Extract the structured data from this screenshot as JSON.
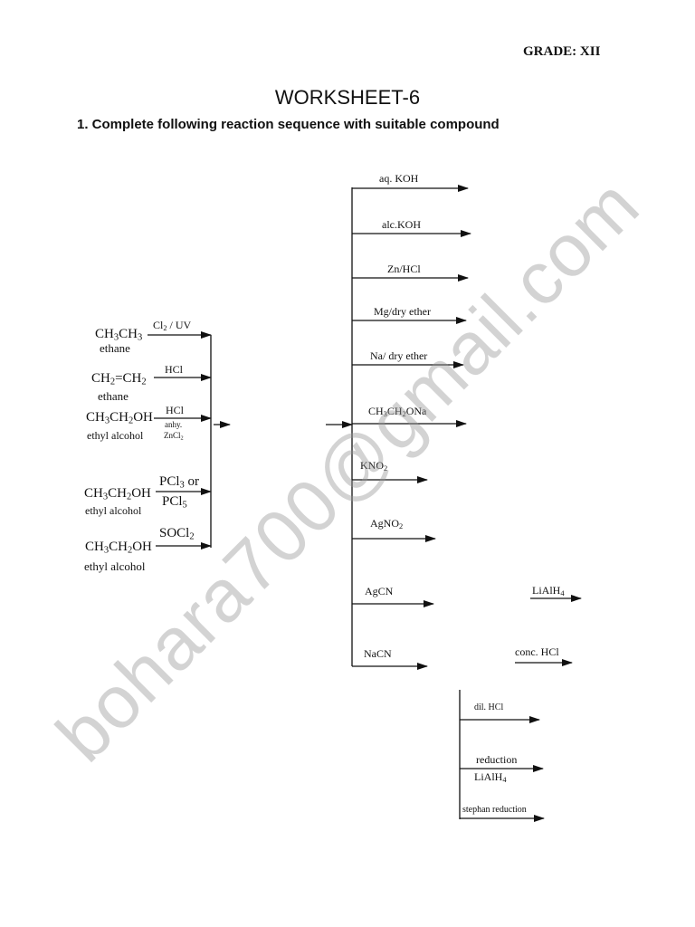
{
  "header": {
    "grade": "GRADE: XII",
    "title": "WORKSHEET-6",
    "question": "1.  Complete following reaction sequence with suitable compound"
  },
  "left_reactions": [
    {
      "compound": "CH3CH3",
      "name": "ethane",
      "reagent": "Cl2 / UV"
    },
    {
      "compound": "CH2=CH2",
      "name": "ethane",
      "reagent": "HCl"
    },
    {
      "compound": "CH3CH2OH",
      "name": "ethyl alcohol",
      "reagent": "HCl",
      "reagent_sub1": "anhy.",
      "reagent_sub2": "ZnCl2"
    },
    {
      "compound": "CH3CH2OH",
      "name": "ethyl alcohol",
      "reagent": "PCl3 or",
      "reagent_line2": "PCl5"
    },
    {
      "compound": "CH3CH2OH",
      "name": "ethyl alcohol",
      "reagent": "SOCl2"
    }
  ],
  "branch_reagents": [
    "aq. KOH",
    "alc.KOH",
    "Zn/HCl",
    "Mg/dry ether",
    "Na/ dry ether",
    "CH3CH2ONa",
    "KNO2",
    "AgNO2",
    "AgCN",
    "NaCN"
  ],
  "side_reagents": {
    "agcn_next": "LiAlH4",
    "nacn_next": "conc. HCl"
  },
  "nitrile_branch": {
    "first": "dil. HCl",
    "second_top": "reduction",
    "second_bottom": "LiAlH4",
    "third": "stephan reduction"
  },
  "watermark": "bohara700@gmail.com"
}
